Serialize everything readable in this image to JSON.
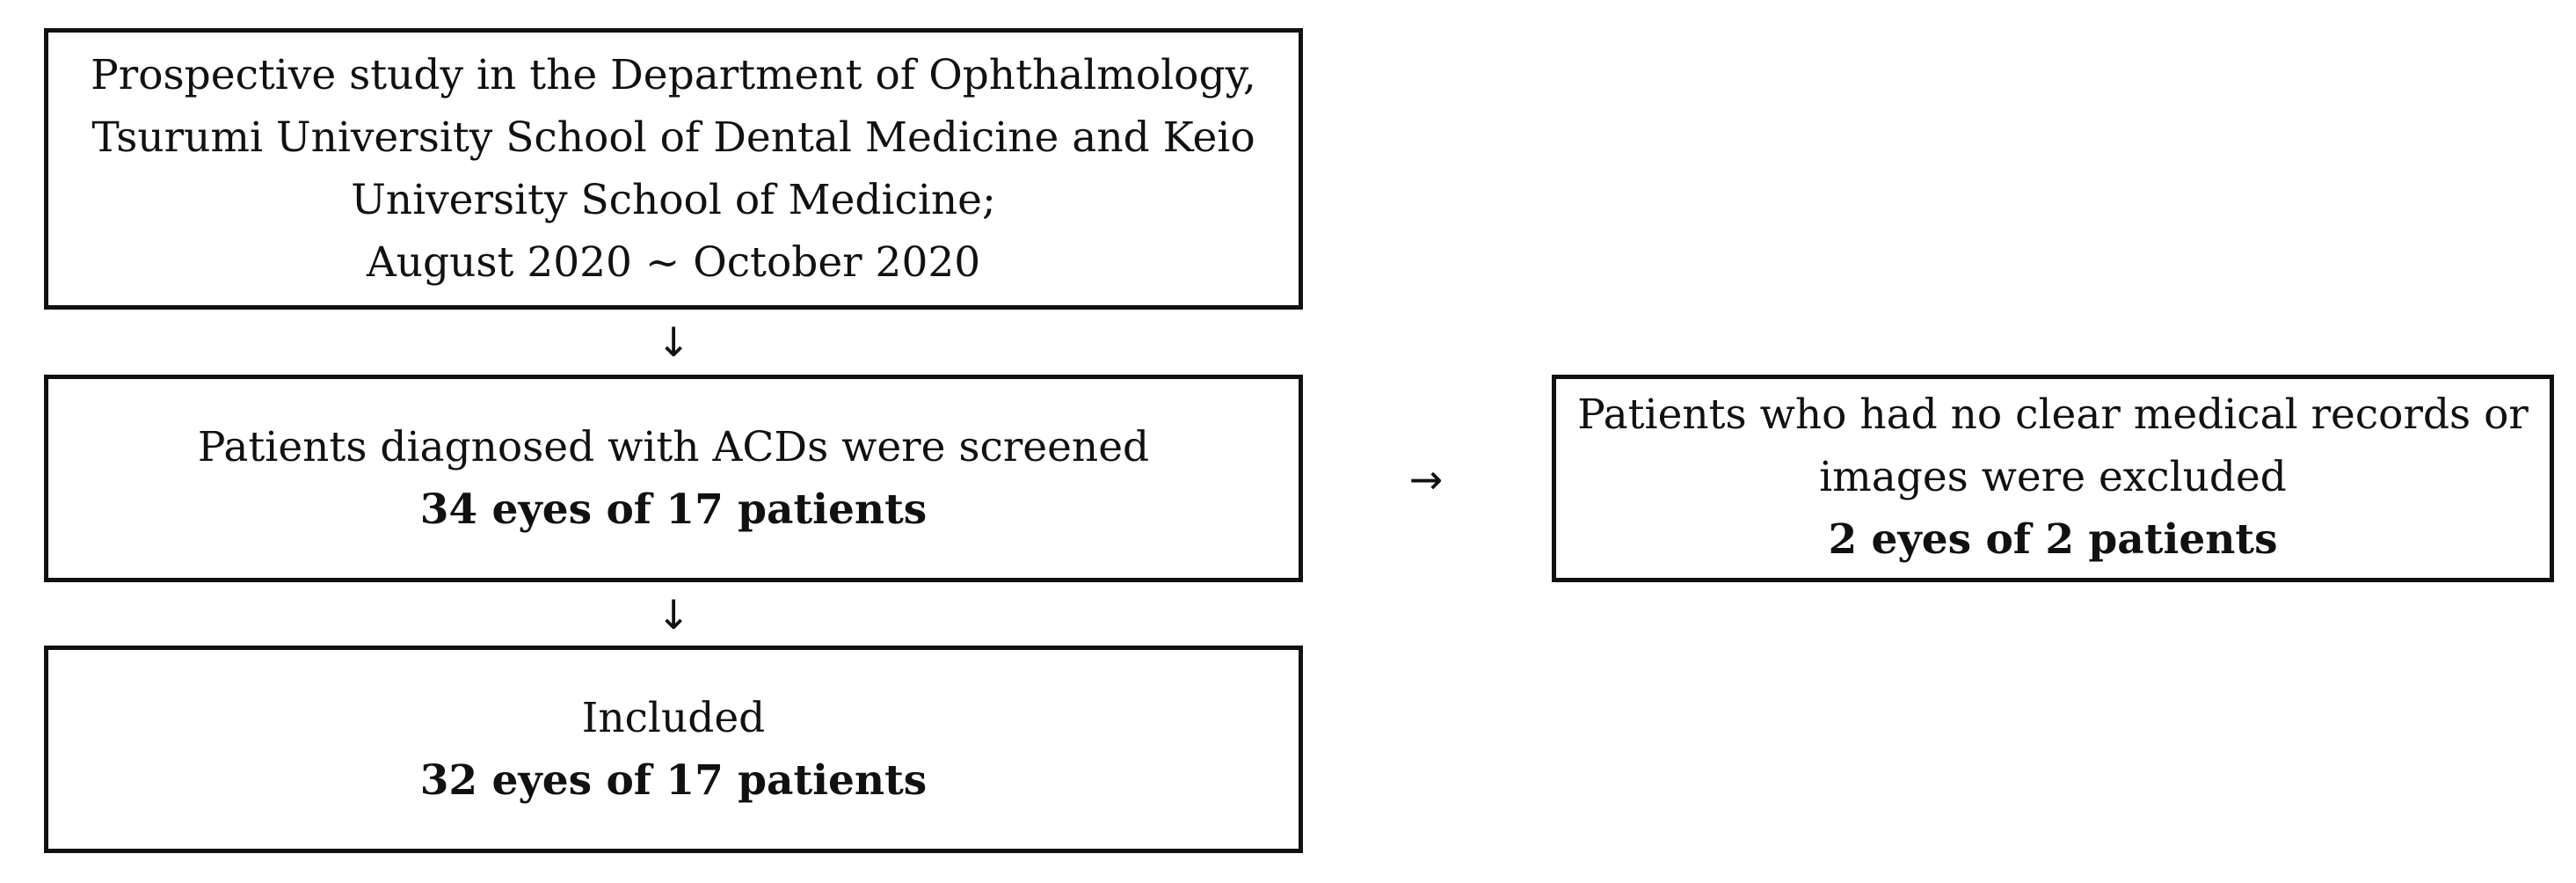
{
  "study_box": {
    "lines": [
      "Prospective study in the Department of Ophthalmology,",
      "Tsurumi University School of Dental Medicine and Keio",
      "University School of Medicine;",
      "August 2020 ~ October 2020"
    ]
  },
  "screened_box": {
    "label": "Patients diagnosed with ACDs were screened",
    "count": "34 eyes of 17 patients"
  },
  "excluded_box": {
    "lines": [
      "Patients who had no clear medical records or",
      "images were excluded"
    ],
    "count": "2 eyes of 2 patients"
  },
  "included_box": {
    "label": "Included",
    "count": "32 eyes of 17 patients"
  },
  "arrows": {
    "down": "↓",
    "right": "→"
  }
}
